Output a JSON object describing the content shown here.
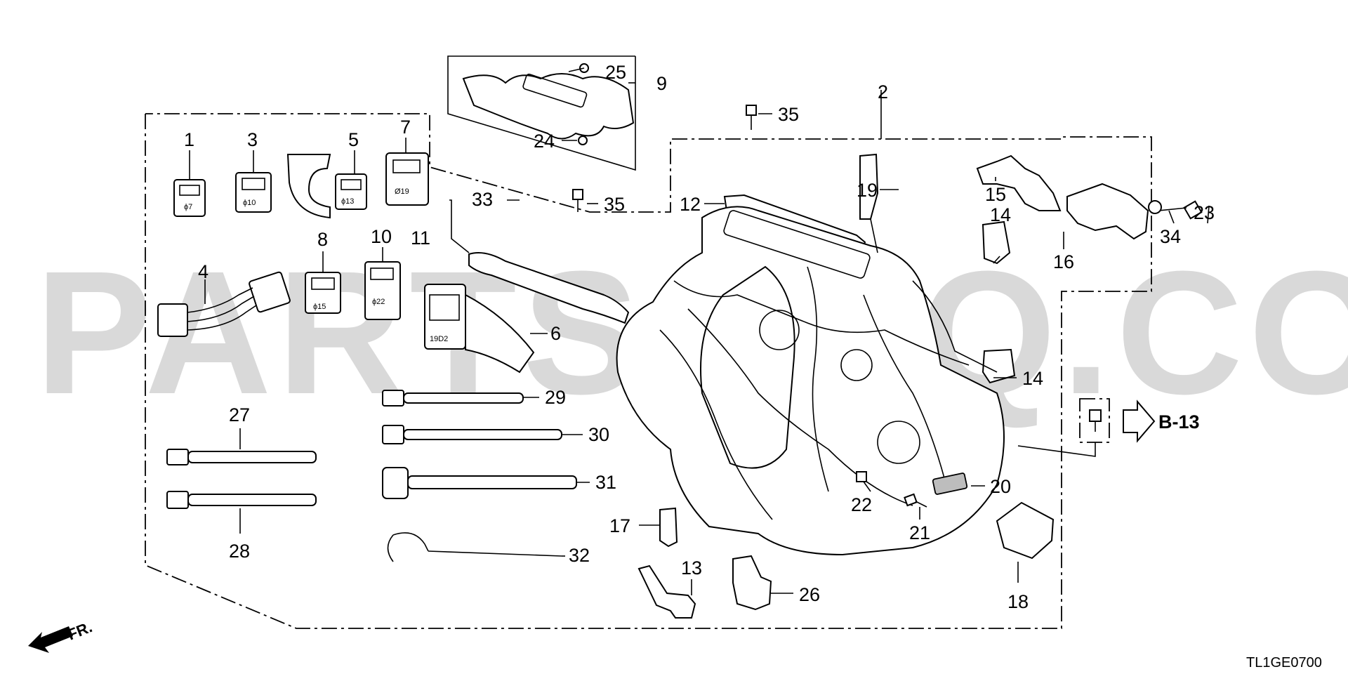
{
  "watermark": "PARTSOUQ.COM",
  "diagram_code": "TL1GE0700",
  "front_label": "FR.",
  "reference": "B-13",
  "connector_labels": {
    "c1": "ϕ7",
    "c3": "ϕ10",
    "c5": "ϕ13",
    "c7": "Ø19",
    "c8": "ϕ15",
    "c10": "ϕ22",
    "c6": "19D2"
  },
  "callouts": {
    "n1": "1",
    "n2": "2",
    "n3": "3",
    "n4": "4",
    "n5": "5",
    "n6": "6",
    "n7": "7",
    "n8": "8",
    "n9": "9",
    "n10": "10",
    "n11": "11",
    "n12": "12",
    "n13": "13",
    "n14a": "14",
    "n14b": "14",
    "n15": "15",
    "n16": "16",
    "n17": "17",
    "n18": "18",
    "n19": "19",
    "n20": "20",
    "n21": "21",
    "n22": "22",
    "n23": "23",
    "n24": "24",
    "n25": "25",
    "n26": "26",
    "n27": "27",
    "n28": "28",
    "n29": "29",
    "n30": "30",
    "n31": "31",
    "n32": "32",
    "n33": "33",
    "n34": "34",
    "n35a": "35",
    "n35b": "35"
  }
}
